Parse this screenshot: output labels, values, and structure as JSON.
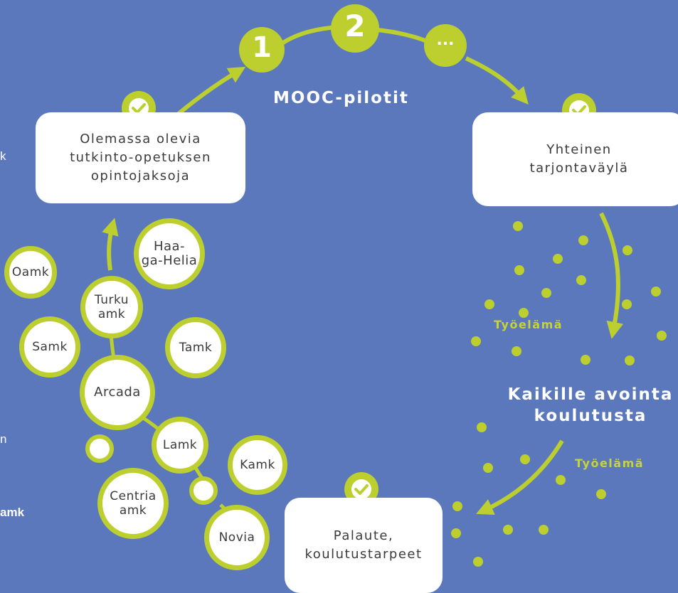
{
  "colors": {
    "background": "#5a78bb",
    "accent": "#bccf2f",
    "box": "#ffffff",
    "text": "#3b3b3b"
  },
  "steps": [
    {
      "label": "1"
    },
    {
      "label": "2"
    },
    {
      "label": "..."
    }
  ],
  "mooc_label": "MOOC-pilotit",
  "boxes": {
    "existing": "Olemassa olevia\ntutkinto-opetuksen\nopintojaksoja",
    "platform": "Yhteinen\ntarjontaväylä",
    "feedback": "Palaute,\nkoulutustarpeet"
  },
  "center_title": "Kaikille avointa\nkoulutusta",
  "worklife_labels": [
    "Työelämä",
    "Työelämä"
  ],
  "institutions": [
    "Oamk",
    "Haa-\nga-Helia",
    "Turku\namk",
    "Samk",
    "Tamk",
    "Arcada",
    "Lamk",
    "Kamk",
    "Centria\namk",
    "Novia"
  ],
  "left_edge_fragments": [
    "k",
    "n",
    "amk"
  ],
  "icons": [
    "check-icon"
  ]
}
